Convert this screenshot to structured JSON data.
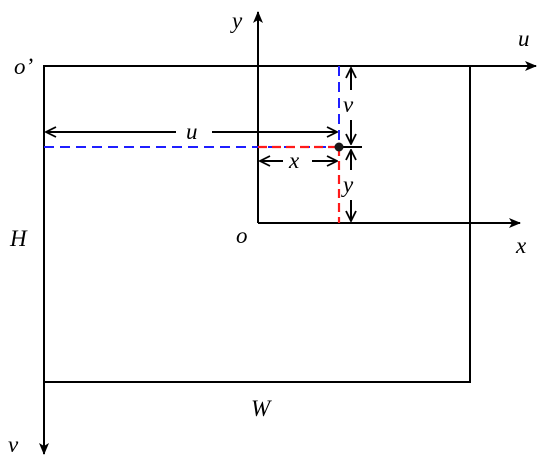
{
  "labels": {
    "origin_image": "o’",
    "axis_u": "u",
    "axis_v": "v",
    "origin_camera": "o",
    "axis_x": "x",
    "axis_y": "y",
    "height": "H",
    "width": "W",
    "dim_u": "u",
    "dim_x": "x",
    "dim_v": "v",
    "dim_y": "y"
  },
  "colors": {
    "projection_u": "#1f1fff",
    "projection_x": "#ff1a1a",
    "lines": "#000000"
  }
}
